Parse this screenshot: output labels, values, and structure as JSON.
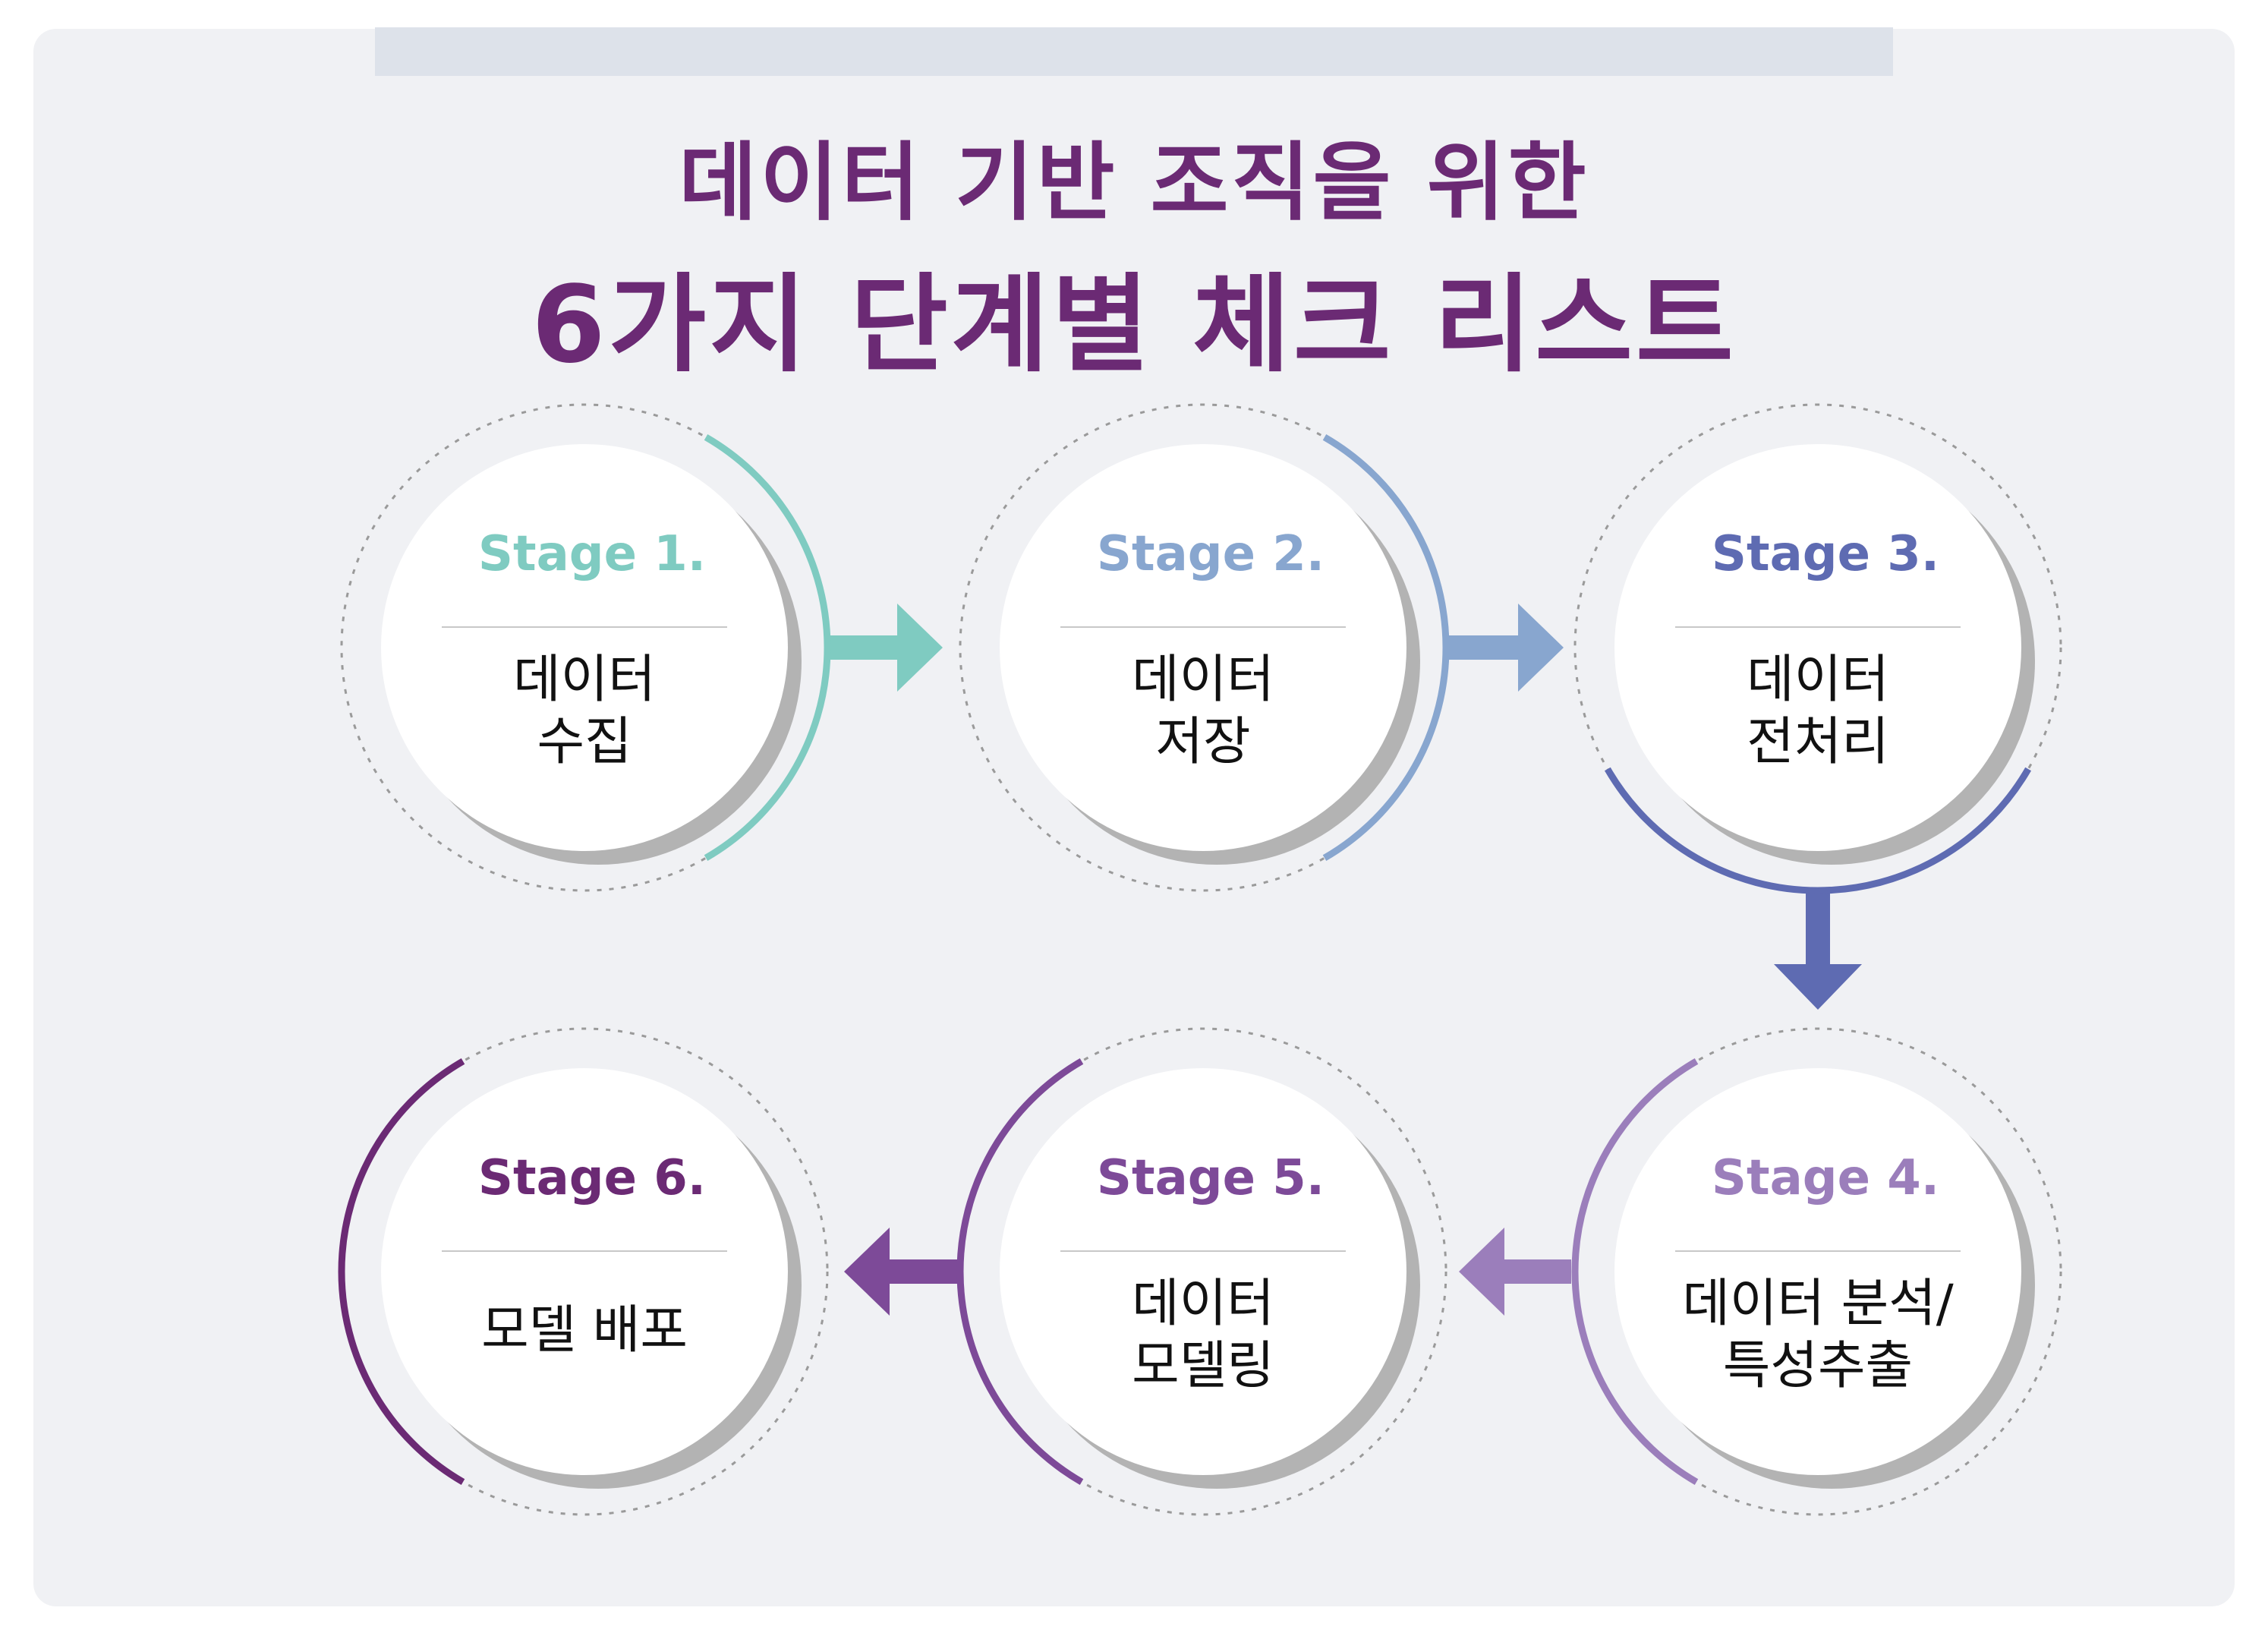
{
  "title": {
    "line1": "데이터 기반 조직을 위한",
    "line2": "6가지 단계별 체크 리스트"
  },
  "stages": [
    {
      "title": "Stage 1.",
      "label_lines": [
        "데이터",
        "수집"
      ],
      "color": "#7fcbc1"
    },
    {
      "title": "Stage 2.",
      "label_lines": [
        "데이터",
        "저장"
      ],
      "color": "#88a6cf"
    },
    {
      "title": "Stage 3.",
      "label_lines": [
        "데이터",
        "전처리"
      ],
      "color": "#5e6bb2"
    },
    {
      "title": "Stage 4.",
      "label_lines": [
        "데이터 분석/",
        "특성추출"
      ],
      "color": "#9b7ebb"
    },
    {
      "title": "Stage 5.",
      "label_lines": [
        "데이터",
        "모델링"
      ],
      "color": "#7d4a98"
    },
    {
      "title": "Stage 6.",
      "label_lines": [
        "모델 배포"
      ],
      "color": "#6b2a74"
    }
  ],
  "colors": {
    "background": "#f0f1f4",
    "title": "#6b2a74",
    "top_bar": "#dde2ea",
    "circle_fill": "#ffffff",
    "circle_shadow": "#b3b3b3"
  }
}
